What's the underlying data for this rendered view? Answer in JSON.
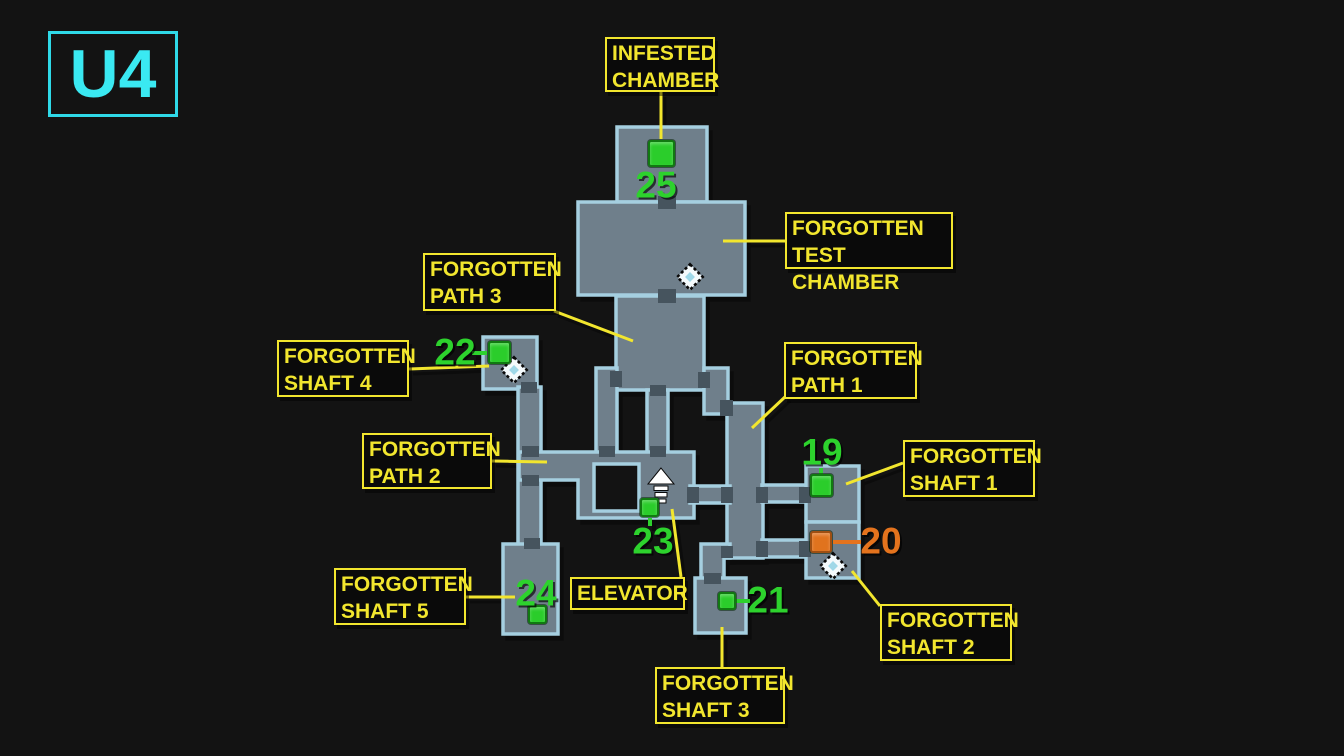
{
  "badge": {
    "text": "U4"
  },
  "colors": {
    "background": "#131313",
    "room_fill": "#6f7f8b",
    "room_border": "#a5cfe0",
    "door": "#4e5c66",
    "label_yellow": "#f2e62e",
    "item_green": "#2dd22d",
    "item_orange": "#e4731d",
    "badge_cyan": "#3ae9f2"
  },
  "labels": {
    "infested_chamber": "INFESTED\nCHAMBER",
    "forgotten_test_chamber": "FORGOTTEN\nTEST CHAMBER",
    "forgotten_path_3": "FORGOTTEN\nPATH 3",
    "forgotten_shaft_4": "FORGOTTEN\nSHAFT 4",
    "forgotten_path_1": "FORGOTTEN\nPATH 1",
    "forgotten_path_2": "FORGOTTEN\nPATH 2",
    "forgotten_shaft_1": "FORGOTTEN\nSHAFT 1",
    "forgotten_shaft_5": "FORGOTTEN\nSHAFT 5",
    "elevator": "ELEVATOR",
    "forgotten_shaft_3": "FORGOTTEN\nSHAFT 3",
    "forgotten_shaft_2": "FORGOTTEN\nSHAFT 2"
  },
  "items": {
    "i19": {
      "number": "19",
      "color": "green"
    },
    "i20": {
      "number": "20",
      "color": "orange"
    },
    "i21": {
      "number": "21",
      "color": "green"
    },
    "i22": {
      "number": "22",
      "color": "green"
    },
    "i23": {
      "number": "23",
      "color": "green"
    },
    "i24": {
      "number": "24",
      "color": "green"
    },
    "i25": {
      "number": "25",
      "color": "green"
    }
  },
  "icons": {
    "teleport": "teleport-diamond",
    "elevator": "elevator-up-arrow"
  }
}
